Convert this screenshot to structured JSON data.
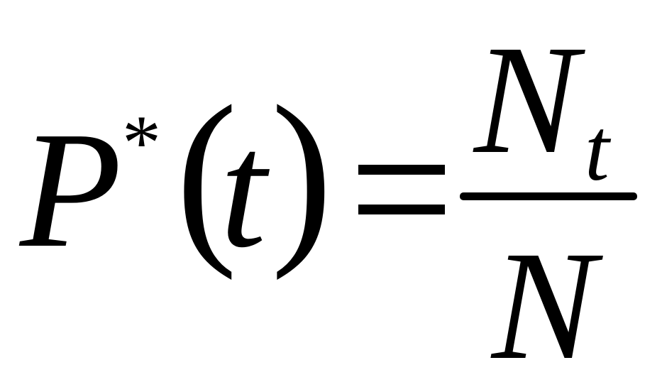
{
  "formula": {
    "lhs": {
      "function_symbol": "P",
      "superscript": "*",
      "open_paren": "(",
      "argument": "t",
      "close_paren": ")"
    },
    "relation": "=",
    "rhs": {
      "numerator": {
        "symbol": "N",
        "subscript": "t"
      },
      "denominator": {
        "symbol": "N"
      }
    }
  },
  "colors": {
    "ink": "#000000",
    "background": "#ffffff"
  }
}
